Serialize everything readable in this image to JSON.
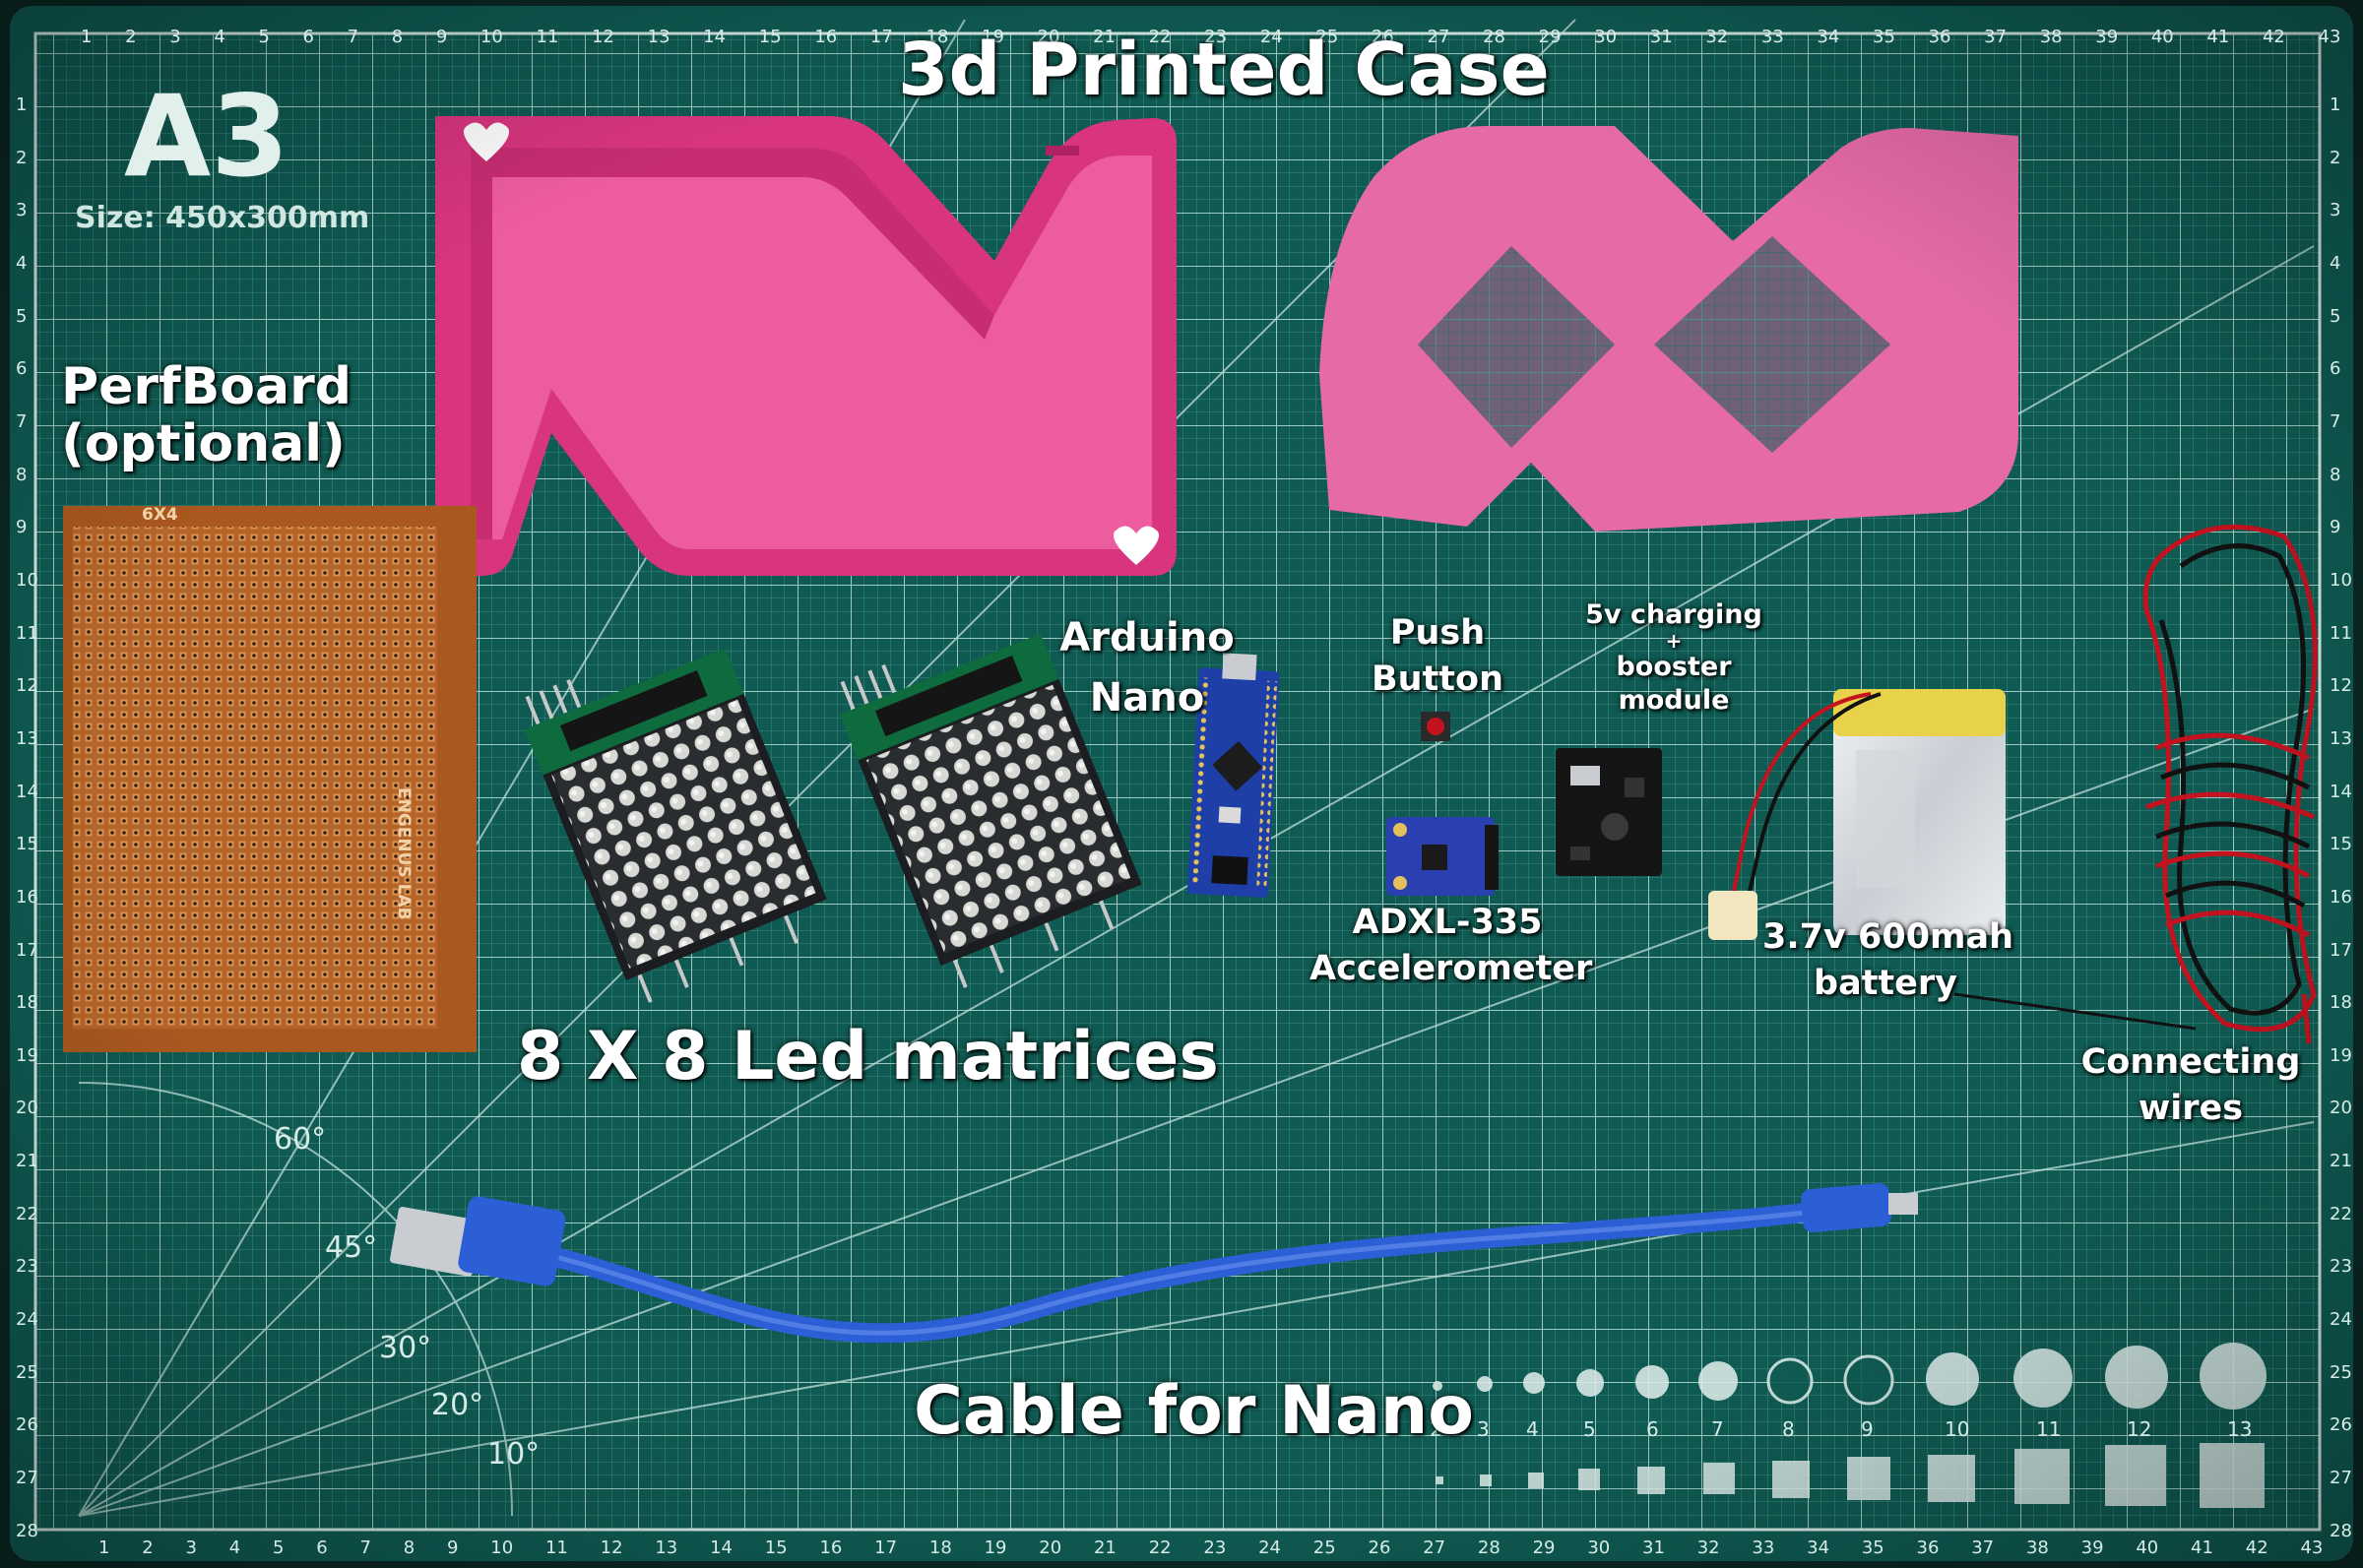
{
  "mat": {
    "size_name": "A3",
    "size_text": "Size: 450x300mm",
    "colors": {
      "mat": "#0f5a52",
      "grid": "#5a9a90",
      "line": "#cfe6e1"
    },
    "top_ruler": [
      "1",
      "2",
      "3",
      "4",
      "5",
      "6",
      "7",
      "8",
      "9",
      "10",
      "11",
      "12",
      "13",
      "14",
      "15",
      "16",
      "17",
      "18",
      "19",
      "20",
      "21",
      "22",
      "23",
      "24",
      "25",
      "26",
      "27",
      "28",
      "29",
      "30",
      "31",
      "32",
      "33",
      "34",
      "35",
      "36",
      "37",
      "38",
      "39",
      "40",
      "41",
      "42",
      "43"
    ],
    "side_ruler": [
      "1",
      "2",
      "3",
      "4",
      "5",
      "6",
      "7",
      "8",
      "9",
      "10",
      "11",
      "12",
      "13",
      "14",
      "15",
      "16",
      "17",
      "18",
      "19",
      "20",
      "21",
      "22",
      "23",
      "24",
      "25",
      "26",
      "27",
      "28"
    ],
    "angles": [
      "60°",
      "45°",
      "30°",
      "20°",
      "10°"
    ],
    "circle_numbers": [
      "2",
      "3",
      "4",
      "5",
      "6",
      "7",
      "8",
      "9",
      "10",
      "11",
      "12",
      "13"
    ]
  },
  "perfboard": {
    "grid_label": "6X4",
    "brand": "ENGENUS LAB",
    "color": "#b5652a"
  },
  "labels": {
    "case": "3d Printed Case",
    "perfboard_line1": "PerfBoard",
    "perfboard_line2": "(optional)",
    "arduino_line1": "Arduino",
    "arduino_line2": "Nano",
    "push_line1": "Push",
    "push_line2": "Button",
    "charging_line1": "5v charging",
    "charging_line2": "+",
    "charging_line3": "booster",
    "charging_line4": "module",
    "adxl_line1": "ADXL-335",
    "adxl_line2": "Accelerometer",
    "battery_line1": "3.7v 600mah",
    "battery_line2": "battery",
    "wires_line1": "Connecting",
    "wires_line2": "wires",
    "matrices": "8 X 8 Led matrices",
    "cable": "Cable for Nano"
  },
  "colors": {
    "case_pink": "#e8418f",
    "lid_pink": "#e56aa5",
    "nano_blue": "#1f3fa8",
    "cable_blue": "#2c5fd6",
    "wire_red": "#c4121f"
  }
}
